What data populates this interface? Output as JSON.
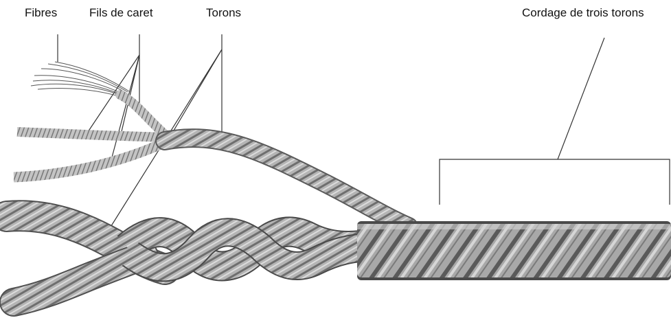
{
  "labels": {
    "fibres": "Fibres",
    "fils_de_caret": "Fils de caret",
    "torons": "Torons",
    "cordage": "Cordage de trois torons"
  },
  "colors": {
    "rope_shadow": "#4a4a4a",
    "rope_mid": "#9a9a9a",
    "rope_light": "#cfcfcf",
    "leader_line": "#333333"
  },
  "icons": {
    "illustration": "three-strand-rope-illustration"
  }
}
